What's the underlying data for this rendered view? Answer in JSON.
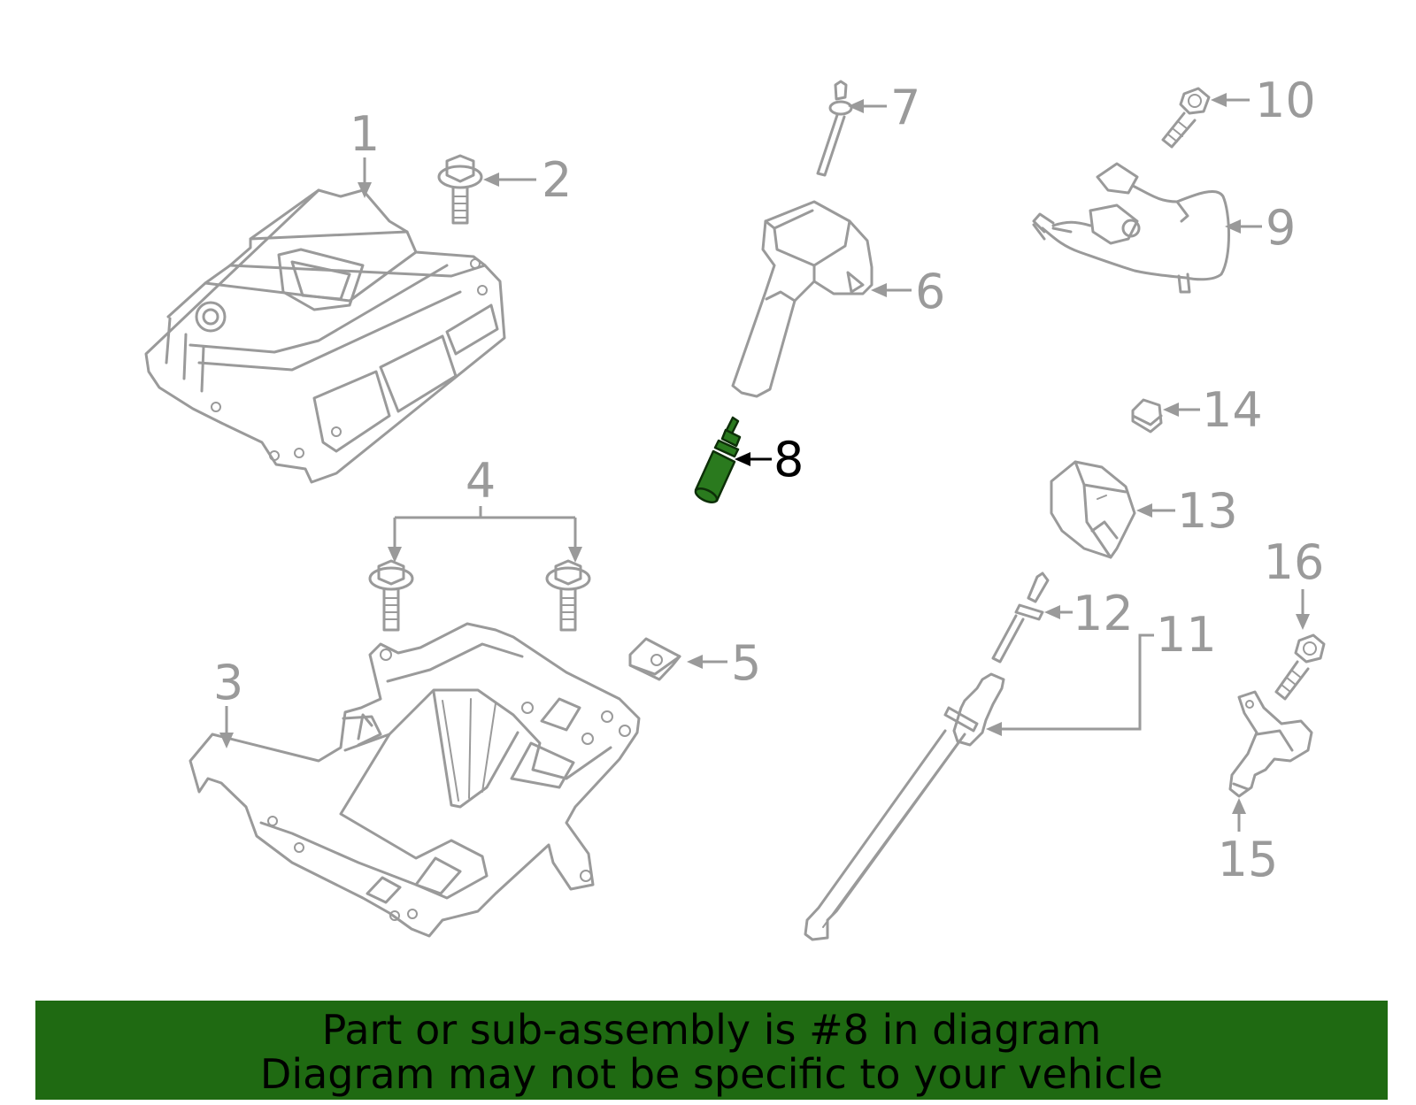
{
  "colors": {
    "part_stroke": "#9a9a9a",
    "highlight_fill": "#2a7a1e",
    "banner_background": "#1f6a12",
    "banner_text": "#000000"
  },
  "callouts": {
    "c1": "1",
    "c2": "2",
    "c3": "3",
    "c4": "4",
    "c5": "5",
    "c6": "6",
    "c7": "7",
    "c8": "8",
    "c9": "9",
    "c10": "10",
    "c11": "11",
    "c12": "12",
    "c13": "13",
    "c14": "14",
    "c15": "15",
    "c16": "16"
  },
  "highlighted_part": "8",
  "banner": {
    "line1": "Part or sub-assembly is #8 in diagram",
    "line2": "Diagram may not be specific to your vehicle"
  }
}
